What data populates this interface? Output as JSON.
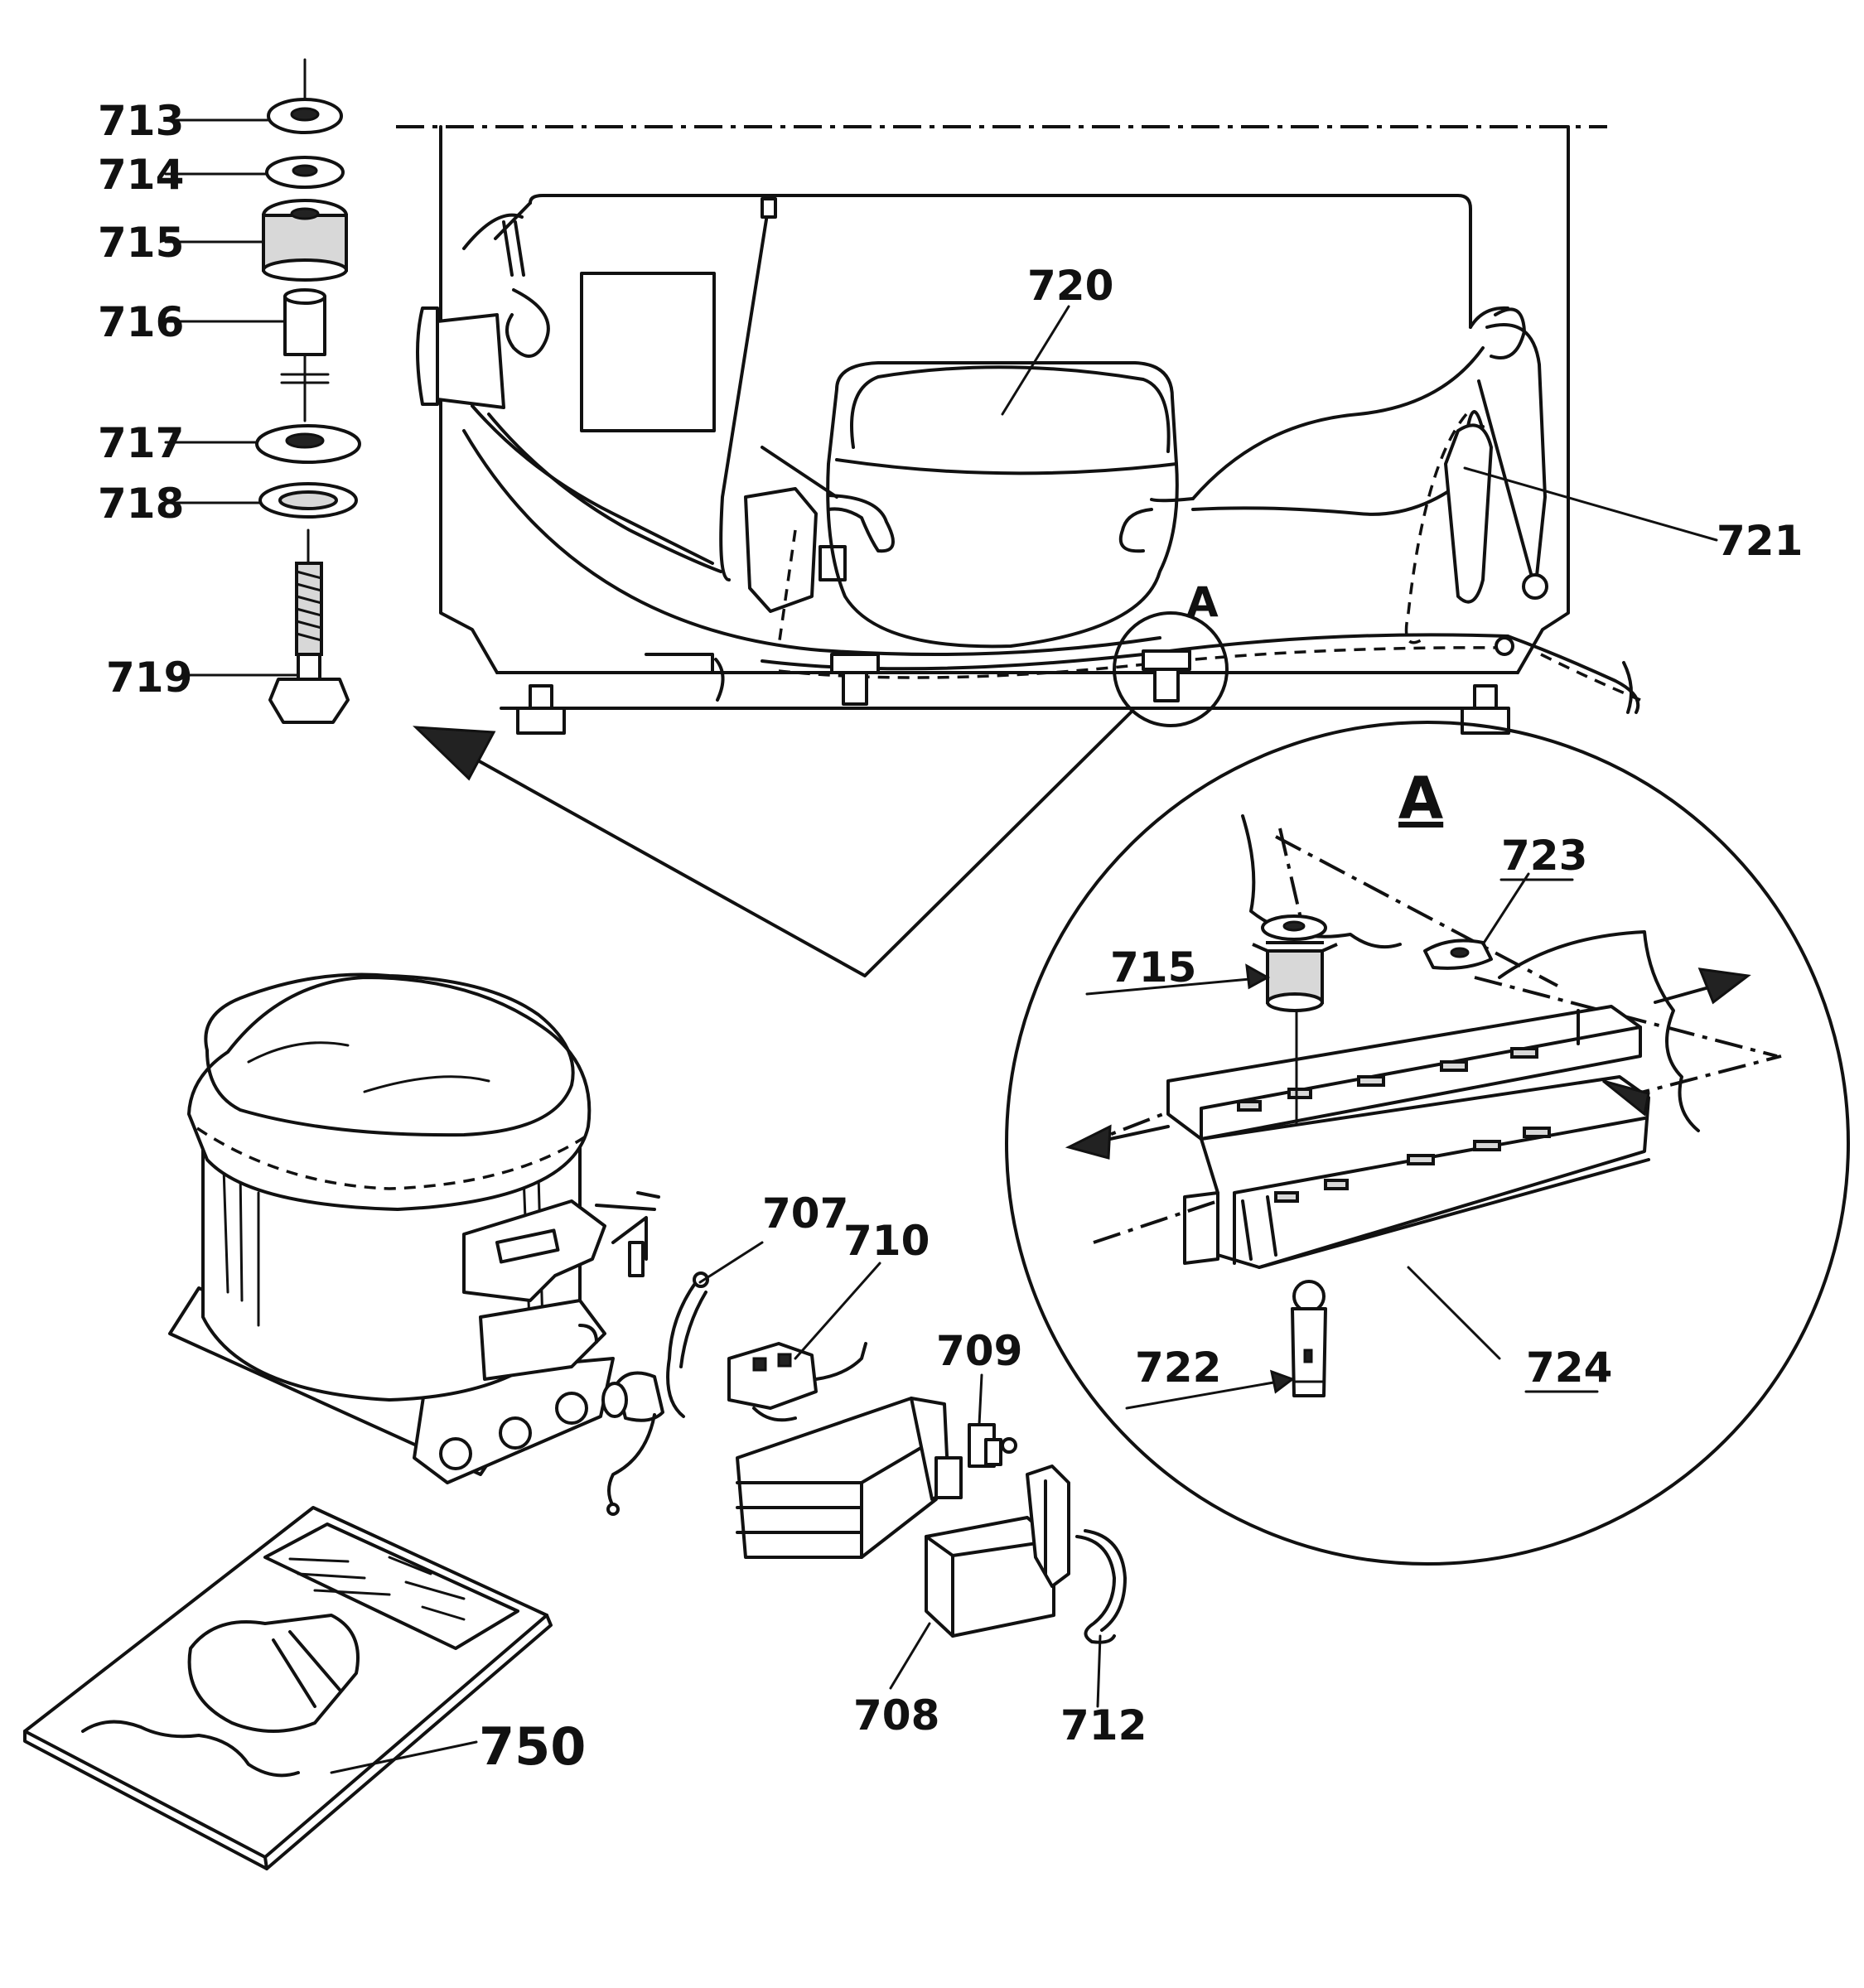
{
  "callouts": {
    "c707": "707",
    "c708": "708",
    "c709": "709",
    "c710": "710",
    "c712": "712",
    "c713": "713",
    "c714": "714",
    "c715": "715",
    "c715b": "715",
    "c716": "716",
    "c717": "717",
    "c718": "718",
    "c719": "719",
    "c720": "720",
    "c721": "721",
    "c722": "722",
    "c723": "723",
    "c724": "724",
    "c750": "750"
  },
  "detail_label": "A",
  "detail_marker": "A"
}
